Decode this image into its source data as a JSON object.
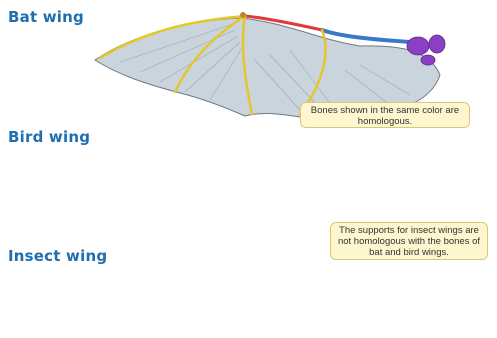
{
  "labels": {
    "bat": "Bat wing",
    "bird": "Bird wing",
    "insect": "Insect wing"
  },
  "callouts": {
    "homologous": "Bones shown in the same color are homologous.",
    "insect": "The supports for insect wings are not homologous with the bones of bat and bird wings."
  },
  "colors": {
    "label": "#1f6fb0",
    "humerus": "#3a78c9",
    "forearm": "#e03a3a",
    "digits": "#e6c62a",
    "shoulder": "#8a3fc4",
    "membrane": "#c9d4dc",
    "insect_wing": "#a9d4ef",
    "callout_bg": "#fdf6cf"
  }
}
